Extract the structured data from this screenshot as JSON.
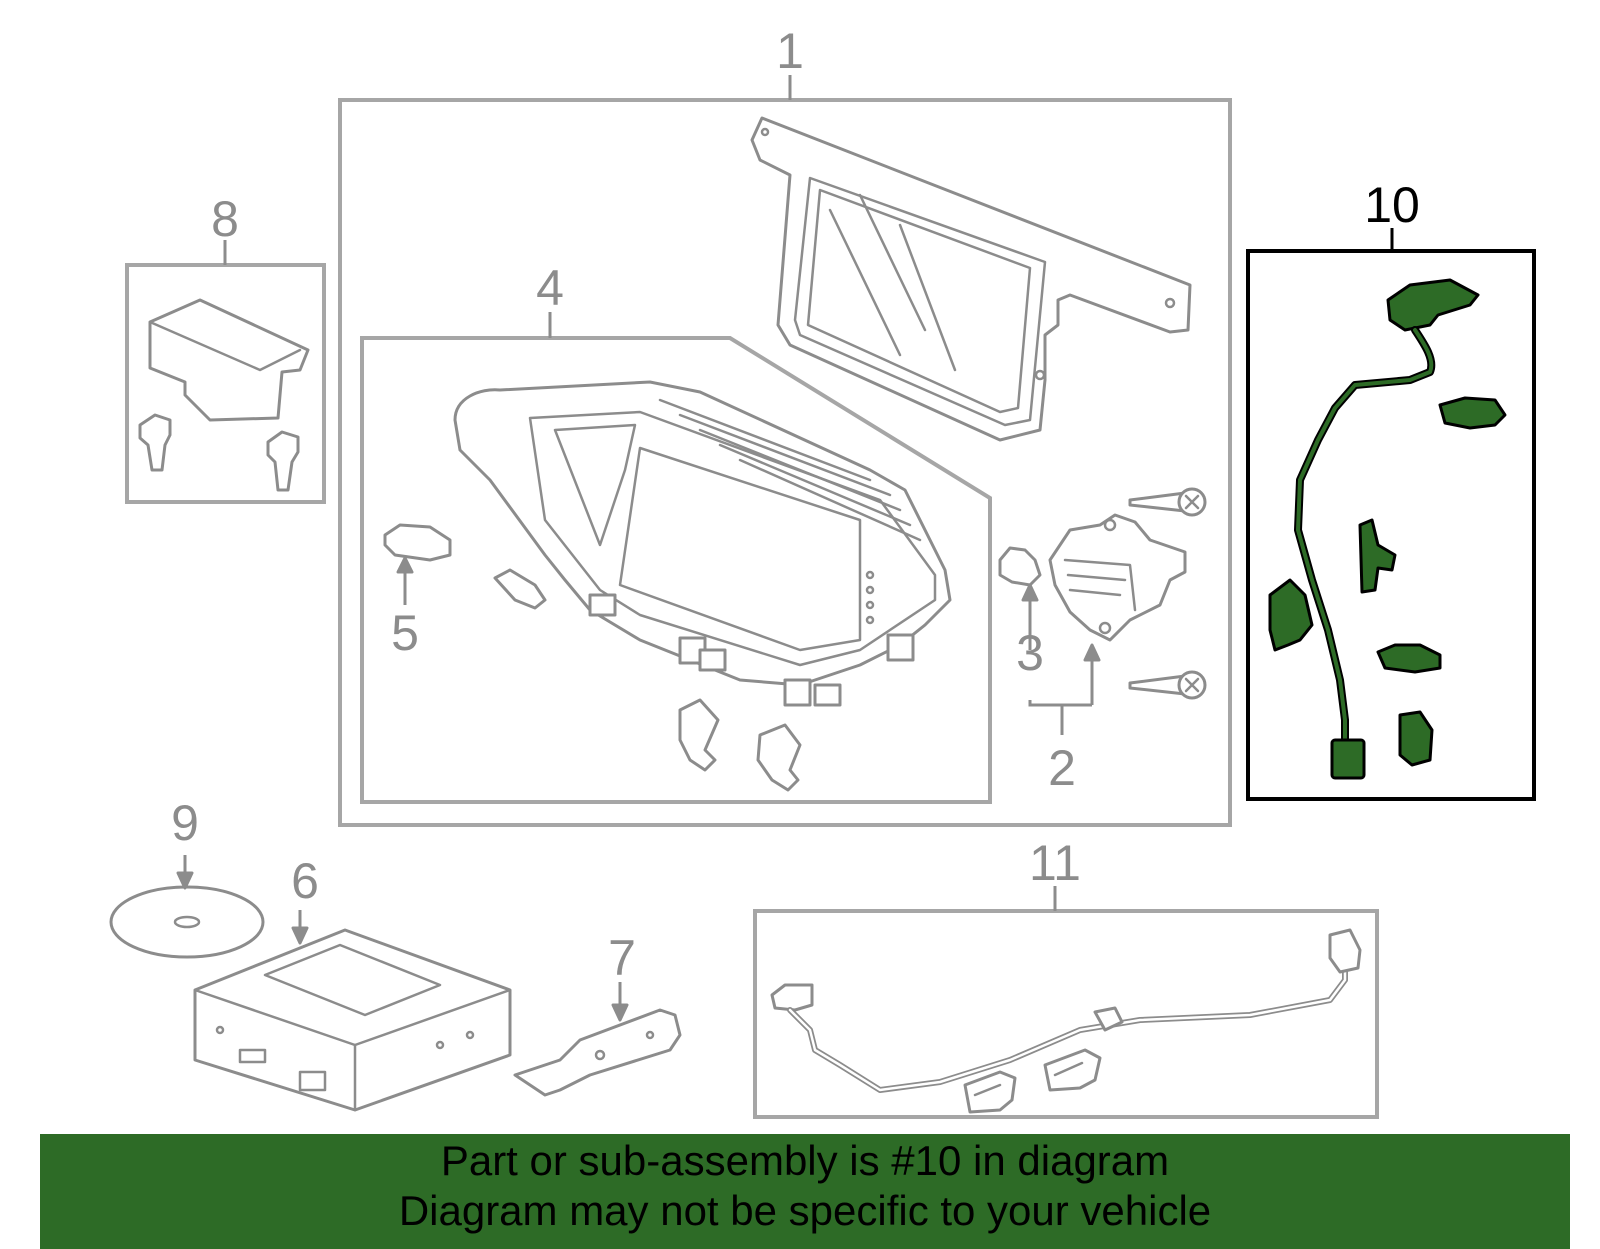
{
  "callouts": {
    "c1": "1",
    "c2": "2",
    "c3": "3",
    "c4": "4",
    "c5": "5",
    "c6": "6",
    "c7": "7",
    "c8": "8",
    "c9": "9",
    "c10": "10",
    "c11": "11"
  },
  "highlighted_part": "10",
  "colors": {
    "banner_bg": "#2d6b26",
    "highlight_fill": "#2d6b26",
    "line_gray": "#8c8c8c",
    "frame_gray": "#a6a6a6"
  },
  "banner": {
    "line1": "Part or sub-assembly is #10 in diagram",
    "line2": "Diagram may not be specific to your vehicle"
  }
}
